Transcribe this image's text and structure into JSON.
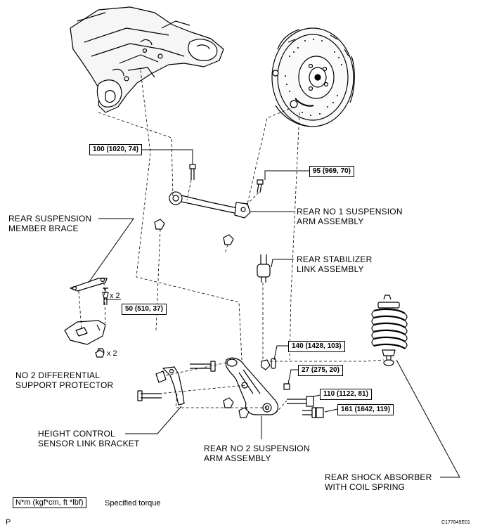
{
  "labels": {
    "member_brace": [
      "REAR SUSPENSION",
      "MEMBER BRACE"
    ],
    "no1_arm": [
      "REAR NO 1 SUSPENSION",
      "ARM ASSEMBLY"
    ],
    "stabilizer_link": [
      "REAR STABILIZER",
      "LINK ASSEMBLY"
    ],
    "diff_protector": [
      "NO 2 DIFFERENTIAL",
      "SUPPORT PROTECTOR"
    ],
    "height_sensor": [
      "HEIGHT CONTROL",
      "SENSOR LINK BRACKET"
    ],
    "no2_arm": [
      "REAR NO 2 SUSPENSION",
      "ARM ASSEMBLY"
    ],
    "shock": [
      "REAR SHOCK ABSORBER",
      "WITH COIL SPRING"
    ]
  },
  "torques": {
    "t100": "100 (1020, 74)",
    "t95": "95 (969, 70)",
    "t50": "50 (510, 37)",
    "t140": "140 (1428, 103)",
    "t27": "27 (275, 20)",
    "t110": "110 (1122, 81)",
    "t161": "161 (1642, 119)"
  },
  "quantities": {
    "bolt_x2": "x 2",
    "nut_x2": "x 2"
  },
  "legend": {
    "unit_box": "N*m (kgf*cm, ft *lbf)",
    "description": "Specified torque"
  },
  "corner_letter": "P",
  "figure_id": "C177849E01"
}
